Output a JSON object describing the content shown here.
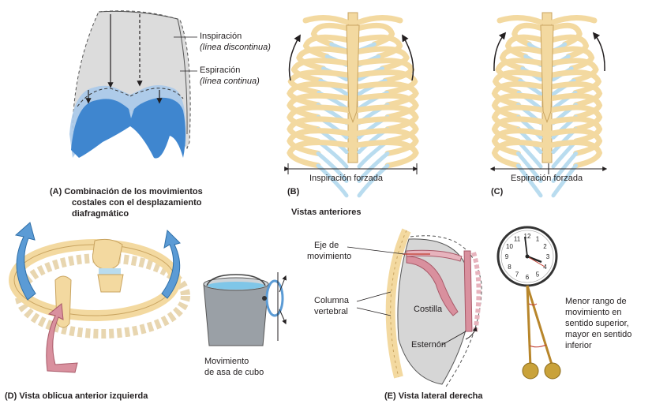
{
  "panelA": {
    "inspiration_label": "Inspiración",
    "inspiration_note": "(línea discontinua)",
    "expiration_label": "Espiración",
    "expiration_note": "(línea continua)",
    "caption_line1": "(A) Combinación de los movimientos",
    "caption_line2": "costales con el desplazamiento",
    "caption_line3": "diafragmático"
  },
  "panelB": {
    "measure_label": "Inspiración forzada",
    "caption": "(B)"
  },
  "panelC": {
    "measure_label": "Espiración forzada",
    "caption": "(C)"
  },
  "anterior_views_label": "Vistas anteriores",
  "panelD": {
    "bucket_label_line1": "Movimiento",
    "bucket_label_line2": "de asa de cubo",
    "caption": "(D) Vista oblicua anterior izquierda"
  },
  "panelE": {
    "axis_label_line1": "Eje de",
    "axis_label_line2": "movimiento",
    "column_label_line1": "Columna",
    "column_label_line2": "vertebral",
    "rib_label": "Costilla",
    "sternum_label": "Esternón",
    "caption": "(E) Vista lateral derecha"
  },
  "clock": {
    "numbers": [
      "12",
      "1",
      "2",
      "3",
      "4",
      "5",
      "6",
      "7",
      "8",
      "9",
      "10",
      "11"
    ],
    "note_line1": "Menor rango de",
    "note_line2": "movimiento en",
    "note_line3": "sentido superior,",
    "note_line4": "mayor en sentido",
    "note_line5": "inferior"
  },
  "colors": {
    "bone": "#f3d9a0",
    "bone_outline": "#c9a460",
    "cartilage": "#b9dcef",
    "diaphragm": "#4b8fd4",
    "lung_gray": "#d9d9d9",
    "muscle_red": "#d9909e",
    "arrow_blue": "#5b9bd5"
  }
}
